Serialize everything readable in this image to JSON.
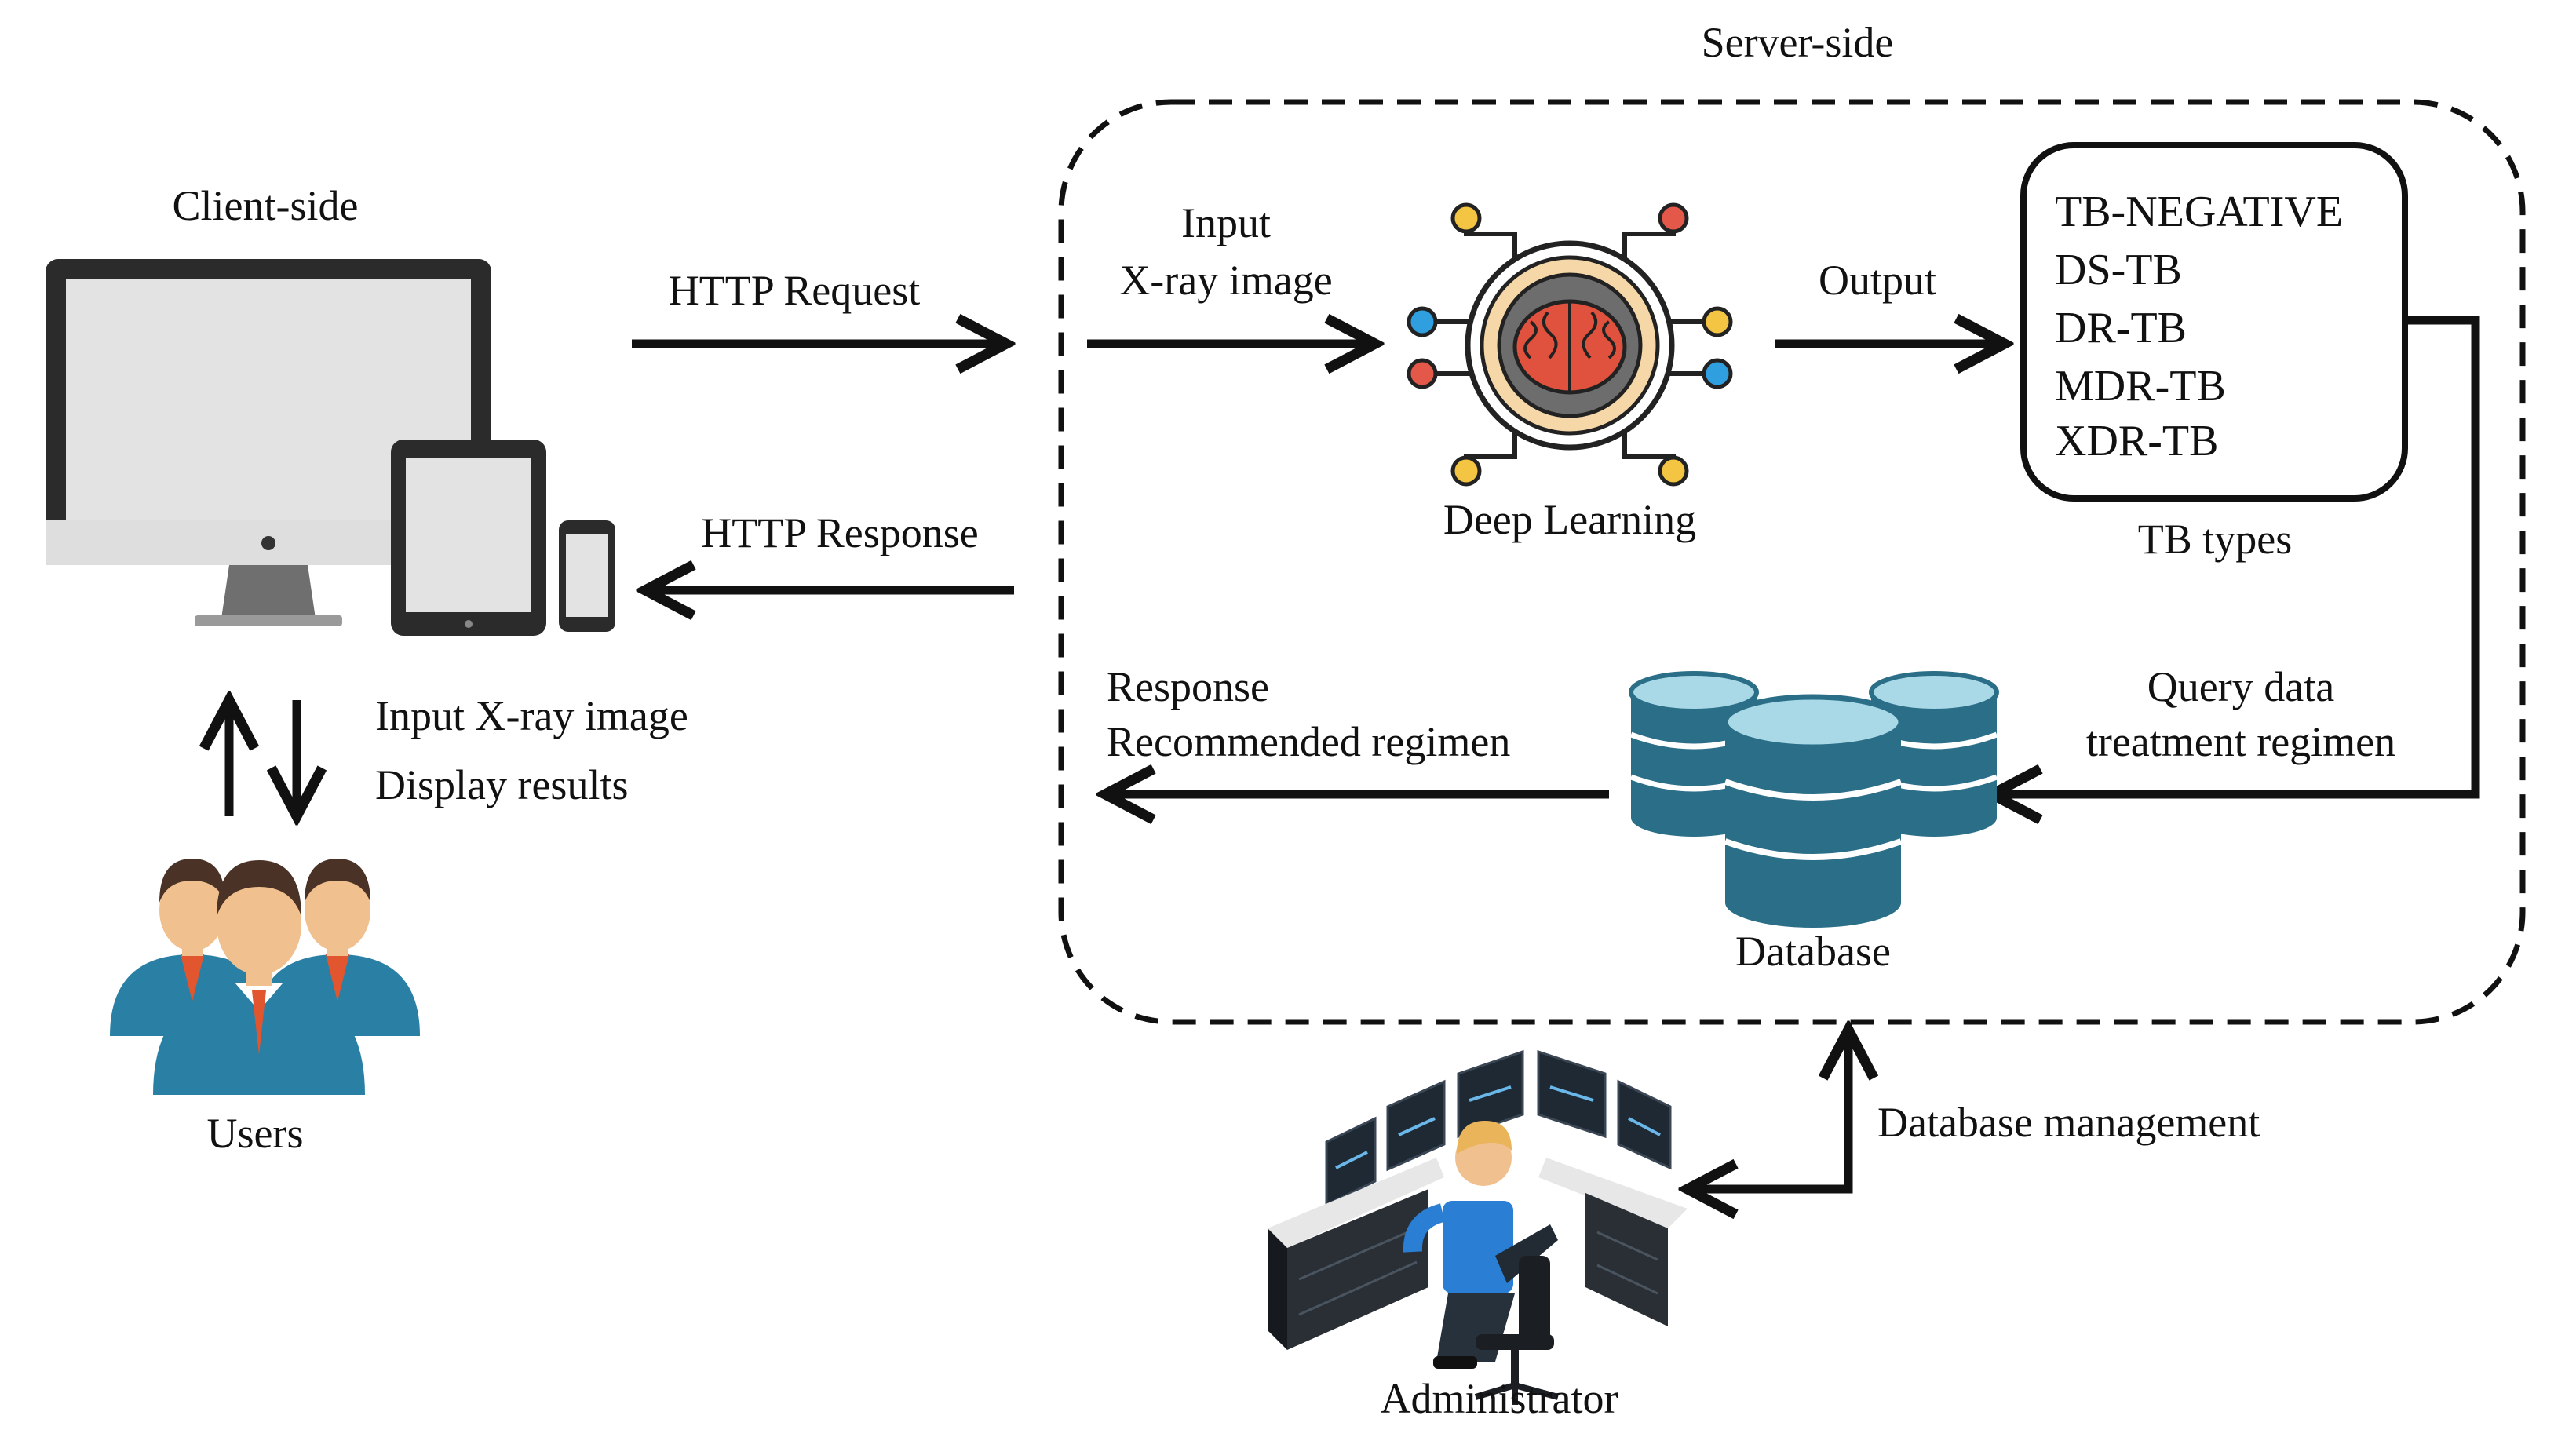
{
  "server": {
    "title": "Server-side"
  },
  "client": {
    "title": "Client-side"
  },
  "arrows": {
    "http_request": "HTTP Request",
    "http_response": "HTTP Response",
    "input_line1": "Input",
    "input_line2": "X-ray image",
    "output": "Output",
    "response_line1": "Response",
    "response_line2": "Recommended regimen",
    "query_line1": "Query data",
    "query_line2": "treatment regimen",
    "db_management": "Database management"
  },
  "user_actions": {
    "line1": "Input X-ray image",
    "line2": "Display results"
  },
  "nodes": {
    "deep_learning": "Deep Learning",
    "tb_types_label": "TB types",
    "database": "Database",
    "users": "Users",
    "administrator": "Administrator"
  },
  "tb_types": [
    "TB-NEGATIVE",
    "DS-TB",
    "DR-TB",
    "MDR-TB",
    "XDR-TB"
  ],
  "icons": {
    "devices": "desktop-tablet-phone-icon",
    "brain": "brain-circuit-icon",
    "database": "database-cylinders-icon",
    "users": "users-group-icon",
    "admin": "admin-workstation-icon"
  },
  "colors": {
    "ink": "#111111",
    "device_frame": "#2b2b2b",
    "screen": "#e3e3e3",
    "brain": "#e0523d",
    "node_yellow": "#f4c542",
    "node_red": "#e4584a",
    "node_blue": "#2f9fe0",
    "db_blue": "#2b6e88",
    "db_top": "#a9d8e6",
    "suit": "#2a7fa5",
    "skin": "#f1c08f",
    "hair": "#4a3326",
    "tie": "#e2562f",
    "admin_shirt": "#2a7fd4",
    "desk_top": "#e7e7e7",
    "desk_front": "#2a2f36"
  }
}
